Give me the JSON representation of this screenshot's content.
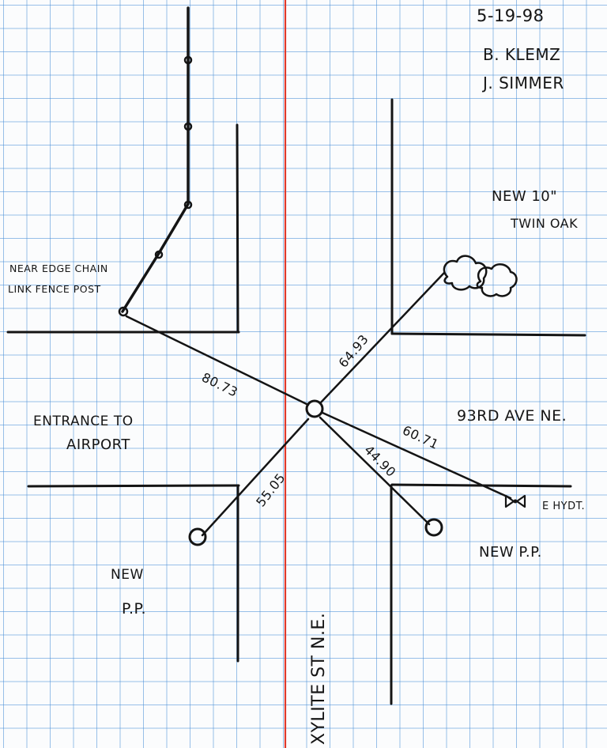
{
  "header": {
    "date": "5-19-98",
    "surveyor_1": "B. KLEMZ",
    "surveyor_2": "J. SIMMER"
  },
  "labels": {
    "fence_line_1": "NEAR EDGE CHAIN",
    "fence_line_2": "LINK FENCE POST",
    "oak_line_1": "NEW 10\"",
    "oak_line_2": "TWIN OAK",
    "entrance_line_1": "ENTRANCE TO",
    "entrance_line_2": "AIRPORT",
    "avenue": "93RD AVE NE.",
    "street": "XYLITE ST N.E.",
    "hydrant": "E HYDT.",
    "pole_right": "NEW P.P.",
    "pole_left_line_1": "NEW",
    "pole_left_line_2": "P.P."
  },
  "measurements": {
    "to_fence_post": "80.73",
    "to_twin_oak": "64.93",
    "to_hydrant": "60.71",
    "to_pole_right": "44.90",
    "to_pole_left": "55.05"
  },
  "colors": {
    "ink": "#141414",
    "grid": "#468cd7",
    "centerline": "#e0392b"
  }
}
